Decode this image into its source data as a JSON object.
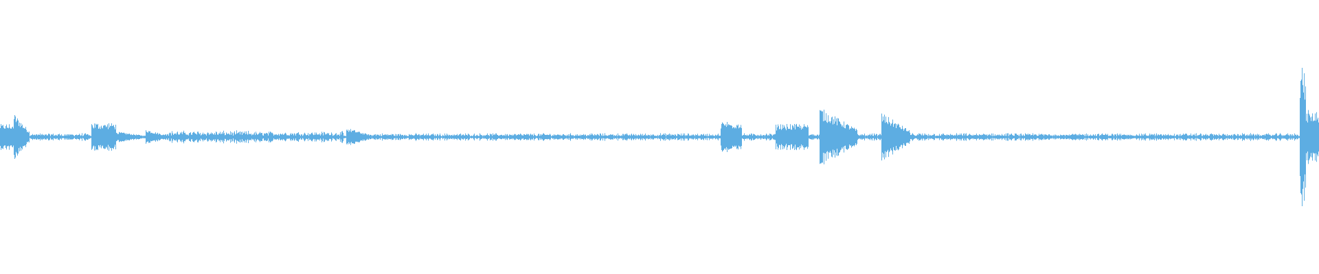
{
  "waveform": {
    "color": "#5DADE2",
    "background": "#FFFFFF",
    "segments": [
      {
        "start": 0.0,
        "end": 0.01,
        "amp": 0.1,
        "shape": "block"
      },
      {
        "start": 0.01,
        "end": 0.022,
        "amp": 0.18,
        "shape": "decay"
      },
      {
        "start": 0.022,
        "end": 0.068,
        "amp": 0.03,
        "shape": "noise"
      },
      {
        "start": 0.069,
        "end": 0.088,
        "amp": 0.11,
        "shape": "block"
      },
      {
        "start": 0.088,
        "end": 0.11,
        "amp": 0.04,
        "shape": "decay"
      },
      {
        "start": 0.11,
        "end": 0.125,
        "amp": 0.06,
        "shape": "decay"
      },
      {
        "start": 0.125,
        "end": 0.19,
        "amp": 0.05,
        "shape": "noise"
      },
      {
        "start": 0.19,
        "end": 0.26,
        "amp": 0.045,
        "shape": "noise"
      },
      {
        "start": 0.262,
        "end": 0.28,
        "amp": 0.07,
        "shape": "decay"
      },
      {
        "start": 0.28,
        "end": 0.545,
        "amp": 0.03,
        "shape": "noise"
      },
      {
        "start": 0.546,
        "end": 0.562,
        "amp": 0.12,
        "shape": "block"
      },
      {
        "start": 0.562,
        "end": 0.588,
        "amp": 0.03,
        "shape": "noise"
      },
      {
        "start": 0.588,
        "end": 0.613,
        "amp": 0.1,
        "shape": "block"
      },
      {
        "start": 0.613,
        "end": 0.621,
        "amp": 0.03,
        "shape": "noise"
      },
      {
        "start": 0.621,
        "end": 0.65,
        "amp": 0.22,
        "shape": "decay"
      },
      {
        "start": 0.65,
        "end": 0.668,
        "amp": 0.03,
        "shape": "noise"
      },
      {
        "start": 0.668,
        "end": 0.69,
        "amp": 0.18,
        "shape": "decay"
      },
      {
        "start": 0.69,
        "end": 0.985,
        "amp": 0.03,
        "shape": "noise"
      },
      {
        "start": 0.985,
        "end": 0.99,
        "amp": 0.55,
        "shape": "spike"
      },
      {
        "start": 0.99,
        "end": 1.0,
        "amp": 0.2,
        "shape": "block"
      }
    ]
  }
}
